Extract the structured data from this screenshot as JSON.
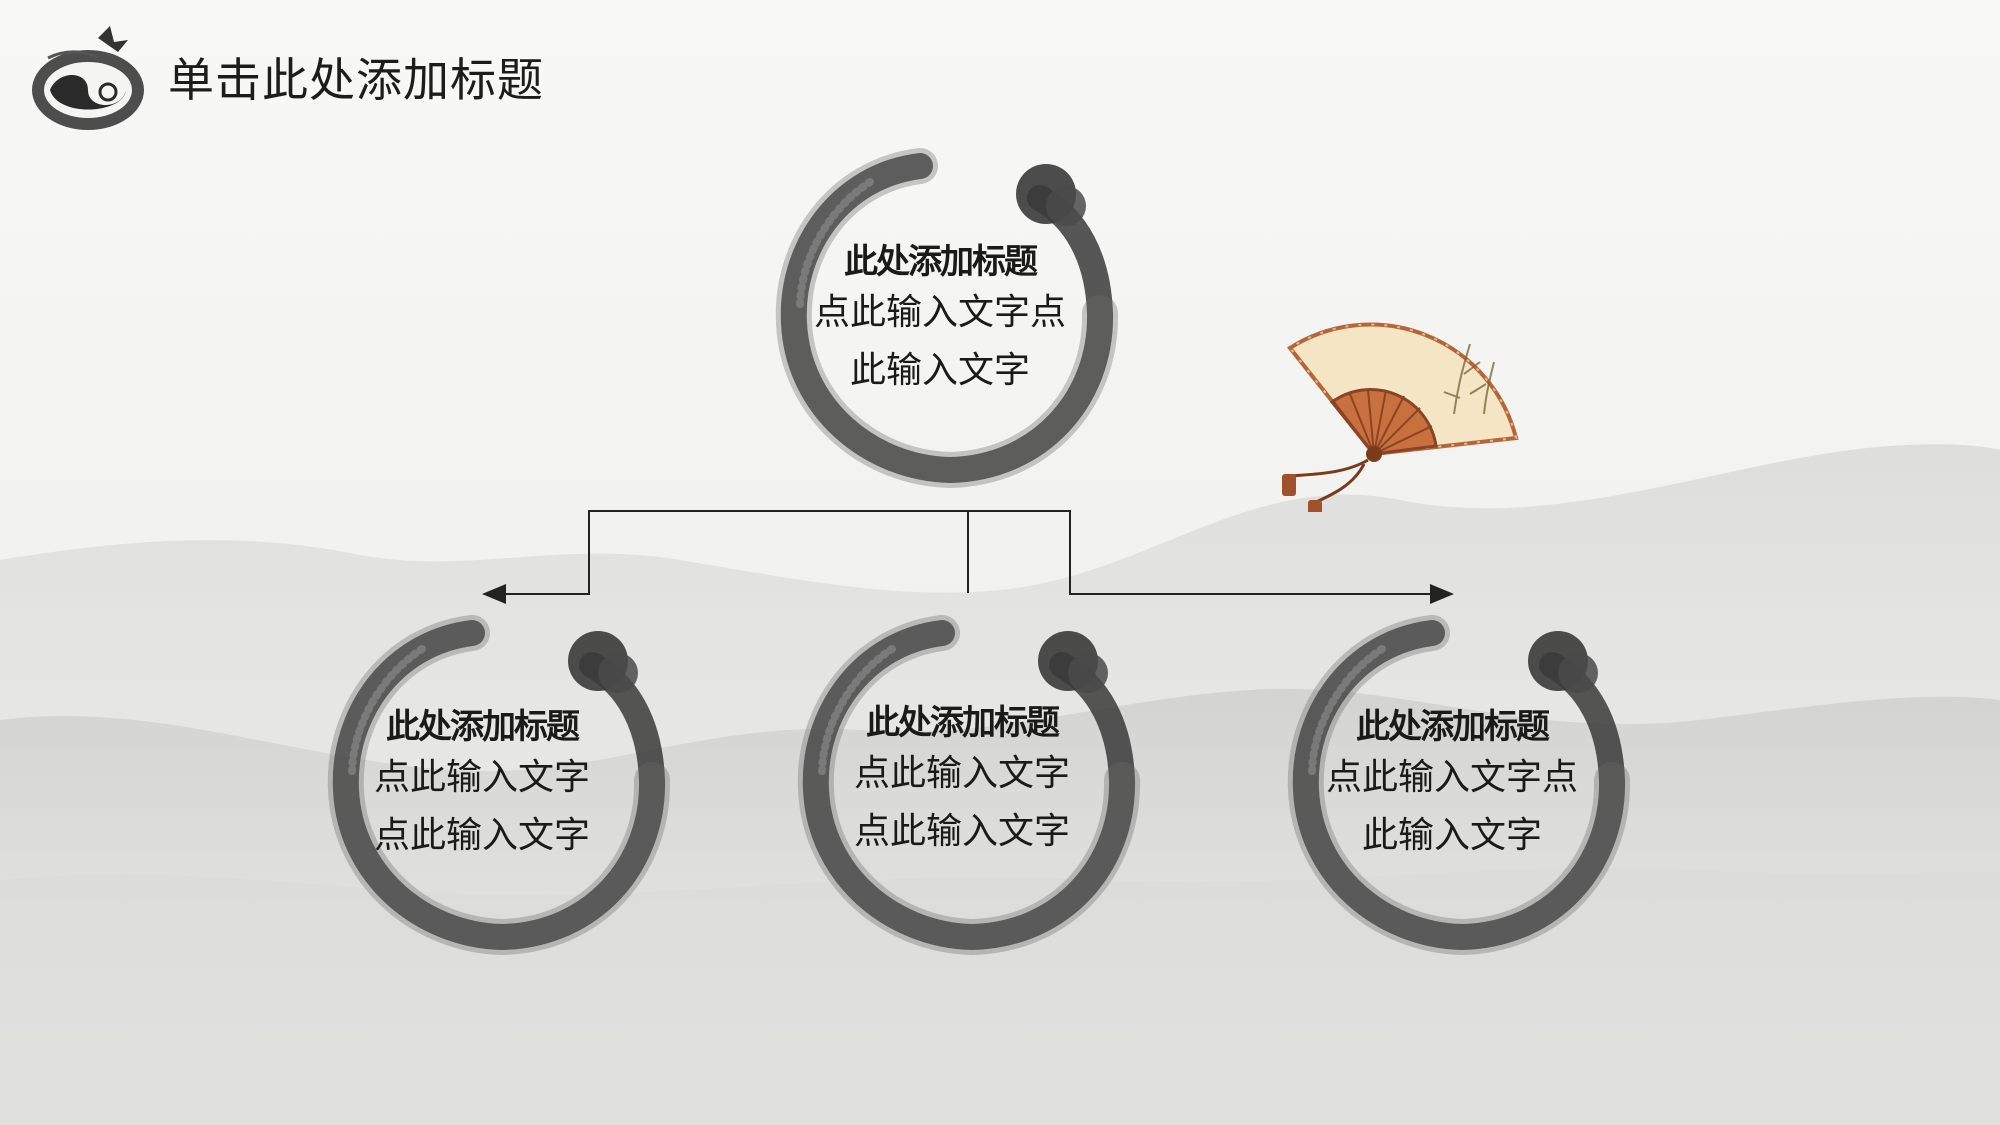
{
  "slide": {
    "title": "单击此处添加标题"
  },
  "nodes": {
    "top": {
      "title": "此处添加标题",
      "body": "点此输入文字点此输入文字"
    },
    "left": {
      "title": "此处添加标题",
      "body": "点此输入文字点此输入文字"
    },
    "middle": {
      "title": "此处添加标题",
      "body": "点此输入文字点此输入文字"
    },
    "right": {
      "title": "此处添加标题",
      "body": "点此输入文字点此输入文字"
    }
  },
  "colors": {
    "ink": "#3a3a3a",
    "background": "#f3f3f1",
    "text": "#1a1a1a",
    "fan_paper": "#f4e6c4",
    "fan_rib": "#b8643a"
  },
  "icons": {
    "logo": "ink-yin-yang-logo-icon",
    "fan": "folding-fan-icon",
    "ring": "ink-brush-circle-icon"
  }
}
